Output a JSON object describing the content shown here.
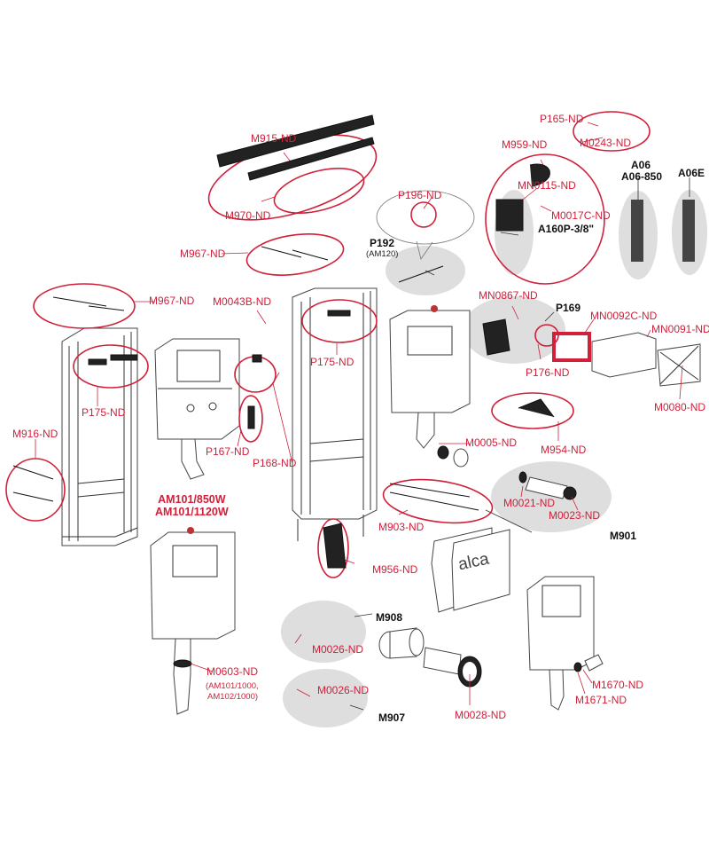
{
  "diagram": {
    "title": "Exploded view of concealed toilet installation frames and spare parts",
    "colors": {
      "part_label": "#d0203a",
      "assembly_label": "#111111",
      "group_ellipse_red": "#d0203a",
      "group_ellipse_gray": "#dedede",
      "line_art": "#333333"
    },
    "models": {
      "main_line1": "AM101/850W",
      "main_line2": "AM101/1120W"
    },
    "labels": {
      "m915": "M915-ND",
      "m970": "M970-ND",
      "m967_top": "M967-ND",
      "m967_left": "M967-ND",
      "m0043b": "M0043B-ND",
      "p175_left": "P175-ND",
      "p175_mid": "P175-ND",
      "m916": "M916-ND",
      "p167": "P167-ND",
      "p168": "P168-ND",
      "p196": "P196-ND",
      "p192": "P192",
      "p192_sub": "(AM120)",
      "p165": "P165-ND",
      "m0243": "M0243-ND",
      "m959": "M959-ND",
      "mn0115": "MN0115-ND",
      "m0017c": "M0017C-ND",
      "a160p": "A160P-3/8\"",
      "a06_line1": "A06",
      "a06_line2": "A06-850",
      "a06e": "A06E",
      "mn0867": "MN0867-ND",
      "p169": "P169",
      "mn0092c": "MN0092C-ND",
      "mn0091": "MN0091-ND",
      "p176": "P176-ND",
      "m0080": "M0080-ND",
      "m954": "M954-ND",
      "m0005": "M0005-ND",
      "m0021": "M0021-ND",
      "m0023": "M0023-ND",
      "m901": "M901",
      "m903": "M903-ND",
      "m956": "M956-ND",
      "m908": "M908",
      "m0026_top": "M0026-ND",
      "m0026_bottom": "M0026-ND",
      "m907": "M907",
      "m0603": "M0603-ND",
      "m0603_note1": "(AM101/1000,",
      "m0603_note2": "AM102/1000)",
      "m0028": "M0028-ND",
      "m1670": "M1670-ND",
      "m1671": "M1671-ND",
      "brand_logo": "alca"
    }
  }
}
